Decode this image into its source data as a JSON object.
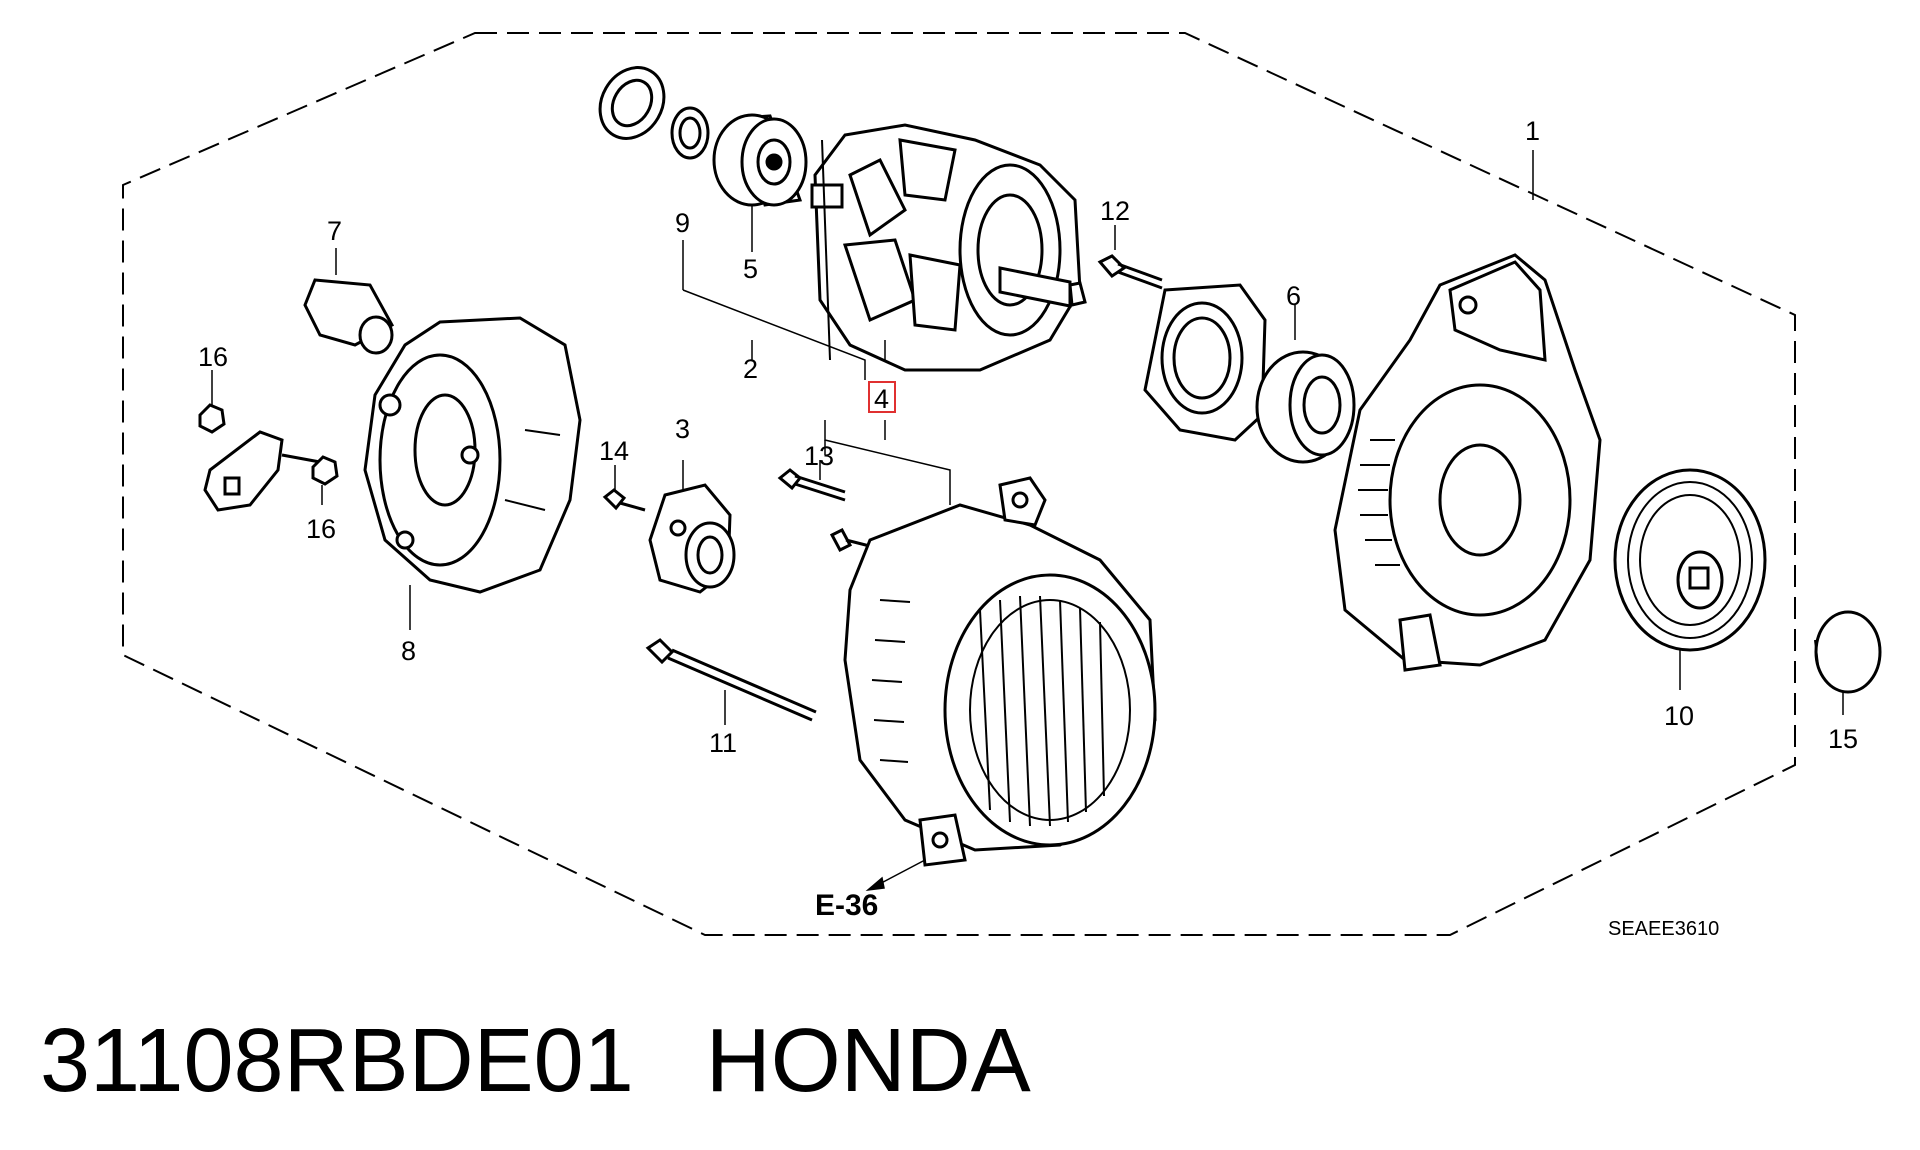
{
  "callouts": {
    "c1": "1",
    "c2": "2",
    "c3": "3",
    "c4": "4",
    "c5": "5",
    "c6": "6",
    "c7": "7",
    "c8": "8",
    "c9": "9",
    "c10": "10",
    "c11": "11",
    "c12": "12",
    "c13": "13",
    "c14": "14",
    "c15": "15",
    "c16a": "16",
    "c16b": "16"
  },
  "reference": "E-36",
  "diagram_code": "SEAEE3610",
  "footer": {
    "part_number": "31108RBDE01",
    "brand": "HONDA"
  },
  "colors": {
    "line": "#000000",
    "highlight": "#e03030",
    "background": "#ffffff"
  }
}
